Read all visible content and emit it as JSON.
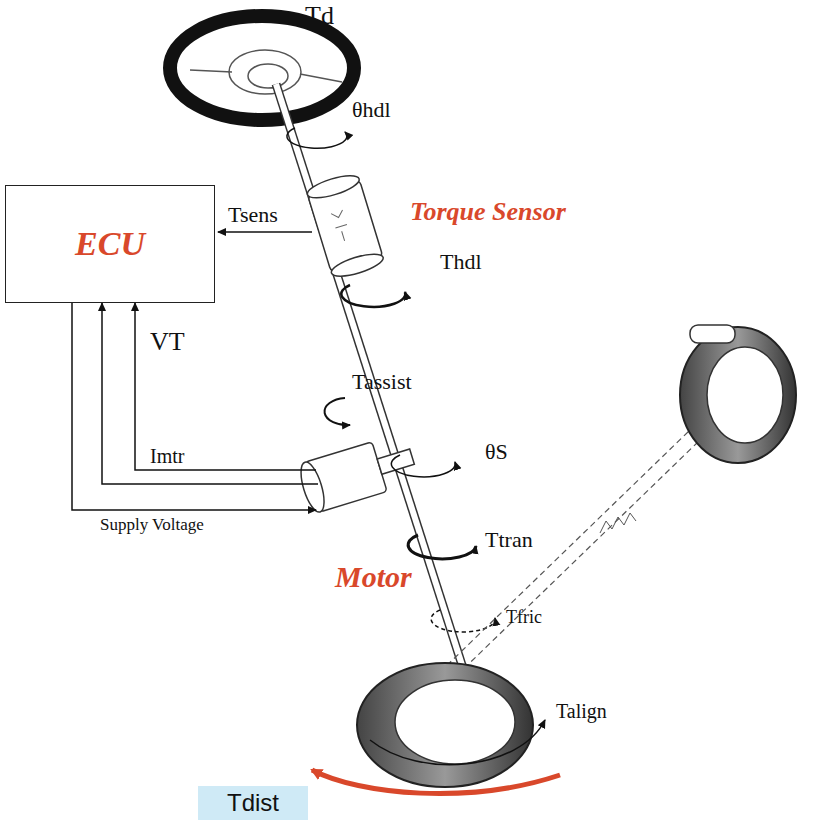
{
  "diagram": {
    "nodes": [
      {
        "text": [
          "ECU"
        ]
      },
      {
        "text": [
          "Tdist"
        ]
      }
    ],
    "labels": [
      "Td",
      "θhdl",
      "Torque Sensor",
      "Tsens",
      "Thdl",
      "VT",
      "Tassist",
      "θS",
      "Imtr",
      "Ttran",
      "Supply Voltage",
      "Motor",
      "Tfric",
      "Talign"
    ]
  }
}
